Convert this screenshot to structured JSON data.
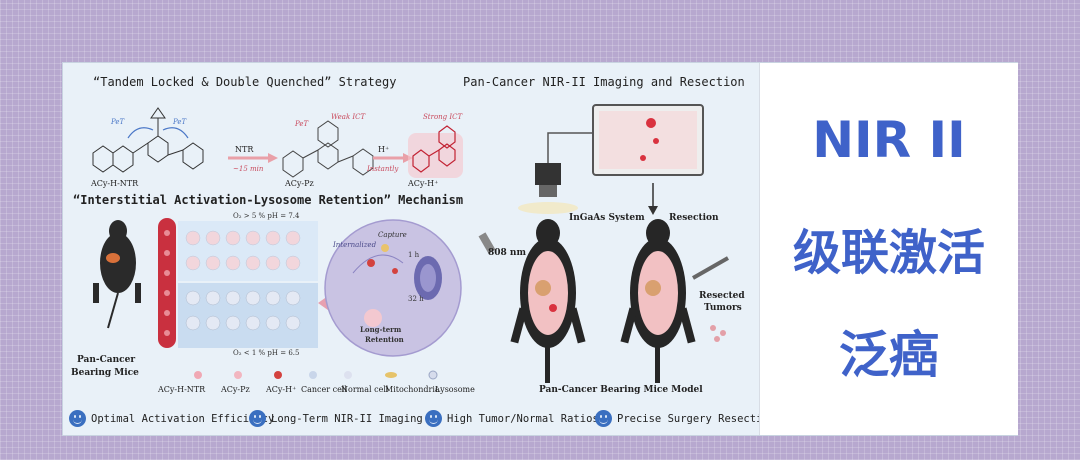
{
  "left": {
    "strategy_title": "“Tandem Locked & Double Quenched” Strategy",
    "mechanism_title": "“Interstitial Activation-Lysosome Retention” Mechanism",
    "imaging_title": "Pan-Cancer NIR-II Imaging and Resection",
    "molecules": [
      "ACy-H-NTR",
      "ACy-Pz",
      "ACy-H⁺"
    ],
    "arrow1_top": "NTR",
    "arrow1_bottom": "~15 min",
    "arrow2_top": "H⁺",
    "arrow2_bottom": "Instantly",
    "pet": "PeT",
    "weak_ict": "Weak ICT",
    "strong_ict": "Strong ICT",
    "o2_top": "O₂ > 5 %  pH = 7.4",
    "o2_bottom": "O₂ < 1 %  pH = 6.5",
    "internalized": "Internalized",
    "capture": "Capture",
    "one_h": "1 h",
    "thirtytwo_h": "32 h",
    "long_term": "Long-term",
    "retention": "Retention",
    "mice_label_1": "Pan-Cancer",
    "mice_label_2": "Bearing Mice",
    "legend": [
      "ACy-H-NTR",
      "ACy-Pz",
      "ACy-H⁺",
      "Cancer cell",
      "Normal cell",
      "Mitochondria",
      "Lysosome"
    ],
    "laser": "808 nm",
    "ingaas": "InGaAs System",
    "resection": "Resection",
    "resected_1": "Resected",
    "resected_2": "Tumors",
    "model": "Pan-Cancer Bearing Mice Model"
  },
  "features": [
    "Optimal Activation Efficiency",
    "Long-Term NIR-II Imaging",
    "High Tumor/Normal Ratios",
    "Precise Surgery Resection"
  ],
  "right": {
    "line1": "NIR II",
    "line2": "级联激活",
    "line3": "泛癌"
  },
  "colors": {
    "accent_blue": "#3f62c9",
    "background_purple": "#b7a8cf",
    "tumor_red": "#d9323f"
  }
}
